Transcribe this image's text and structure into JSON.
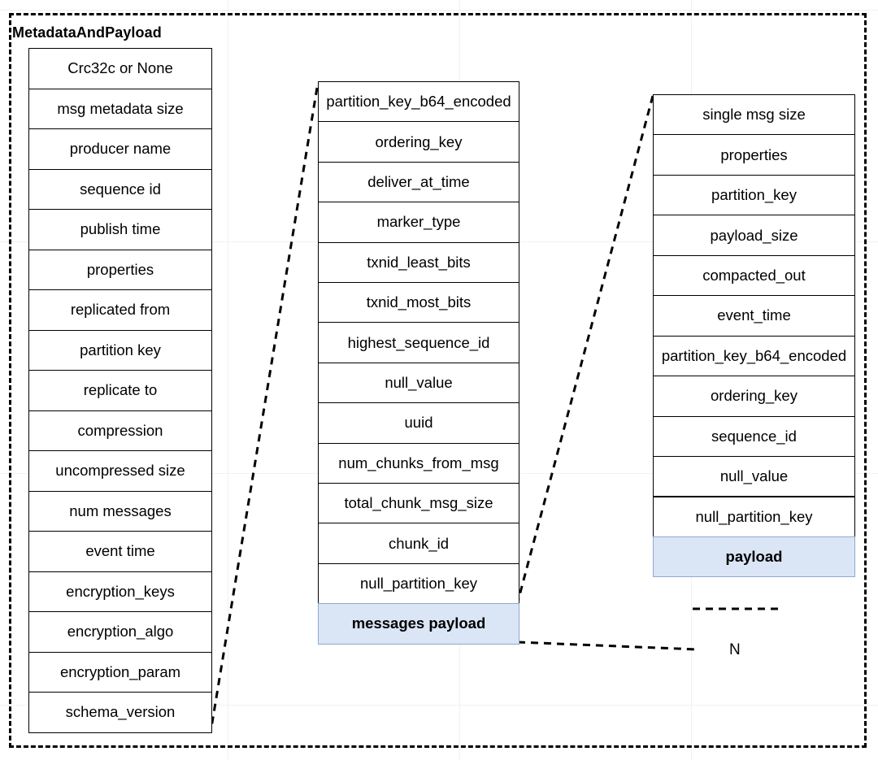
{
  "diagram": {
    "outer_title": "MetadataAndPayload",
    "metadata_fields": [
      "Crc32c or None",
      "msg metadata size",
      "producer name",
      "sequence id",
      "publish time",
      "properties",
      "replicated from",
      "partition key",
      "replicate to",
      "compression",
      "uncompressed size",
      "num messages",
      "event time",
      "encryption_keys",
      "encryption_algo",
      "encryption_param",
      "schema_version"
    ],
    "message_fields": [
      "partition_key_b64_encoded",
      "ordering_key",
      "deliver_at_time",
      "marker_type",
      "txnid_least_bits",
      "txnid_most_bits",
      "highest_sequence_id",
      "null_value",
      "uuid",
      "num_chunks_from_msg",
      "total_chunk_msg_size",
      "chunk_id",
      "null_partition_key"
    ],
    "message_payload_label": "messages payload",
    "single_msg_fields": [
      "single msg size",
      "properties",
      "partition_key",
      "payload_size",
      "compacted_out",
      "event_time",
      "partition_key_b64_encoded",
      "ordering_key",
      "sequence_id",
      "null_value",
      "null_partition_key"
    ],
    "single_payload_label": "payload",
    "repeat_label": "N",
    "highlight_color": "#dae5f5"
  }
}
